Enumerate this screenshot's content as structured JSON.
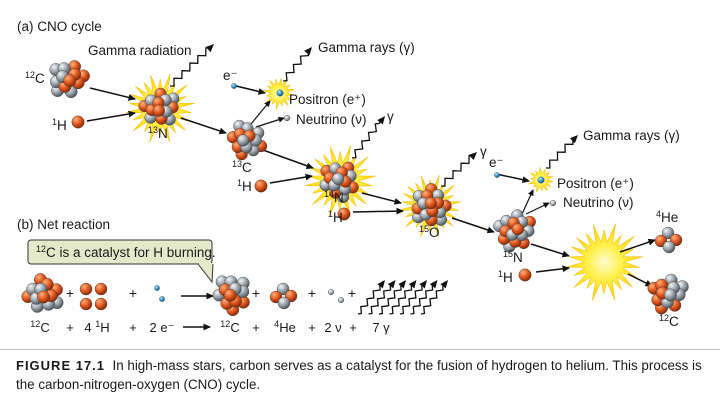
{
  "section_a": "(a)  CNO cycle",
  "section_b": "(b)  Net reaction",
  "labels": {
    "gamma_radiation": "Gamma radiation",
    "gamma_rays": "Gamma rays (γ)",
    "gamma": "γ",
    "positron": "Positron (e⁺)",
    "neutrino": "Neutrino (ν)",
    "electron": "e⁻",
    "c12": "12C",
    "h1": "1H",
    "n13": "13N",
    "c13": "13C",
    "n14": "14N",
    "o15": "15O",
    "n15": "15N",
    "he4": "4He"
  },
  "callout": "12C is a catalyst for H burning.",
  "equation": [
    "12C",
    "+",
    "4 1H",
    "+",
    "2 e⁻",
    "→",
    "12C",
    "+",
    "4He",
    "+",
    "2 ν",
    "+",
    "7 γ"
  ],
  "caption": {
    "figure": "FIGURE 17.1",
    "text": "In high-mass stars, carbon serves as a catalyst for the fusion of hydrogen to helium. This process is the carbon-nitrogen-oxygen (CNO) cycle."
  },
  "colors": {
    "proton": "#e0571f",
    "neutron": "#9aa3ab",
    "flash": "#ffe21a",
    "callout_bg": "#e3e9c9"
  }
}
